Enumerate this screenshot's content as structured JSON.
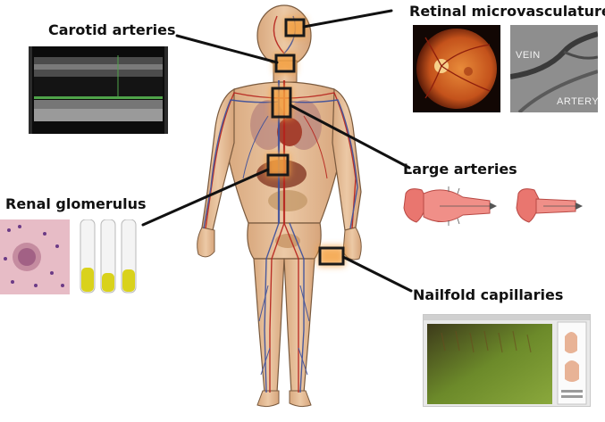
{
  "labels": {
    "carotid": "Carotid arteries",
    "retinal": "Retinal microvasculature",
    "large": "Large arteries",
    "renal": "Renal glomerulus",
    "nailfold": "Nailfold capillaries"
  },
  "retina_detail": {
    "vein": "VEIN",
    "artery": "ARTERY"
  },
  "colors": {
    "highlight": "#f4a040",
    "box": "#1a1a1a",
    "leader": "#111111",
    "artery_wall": "#e9766f",
    "urine": "#d9d21c"
  }
}
